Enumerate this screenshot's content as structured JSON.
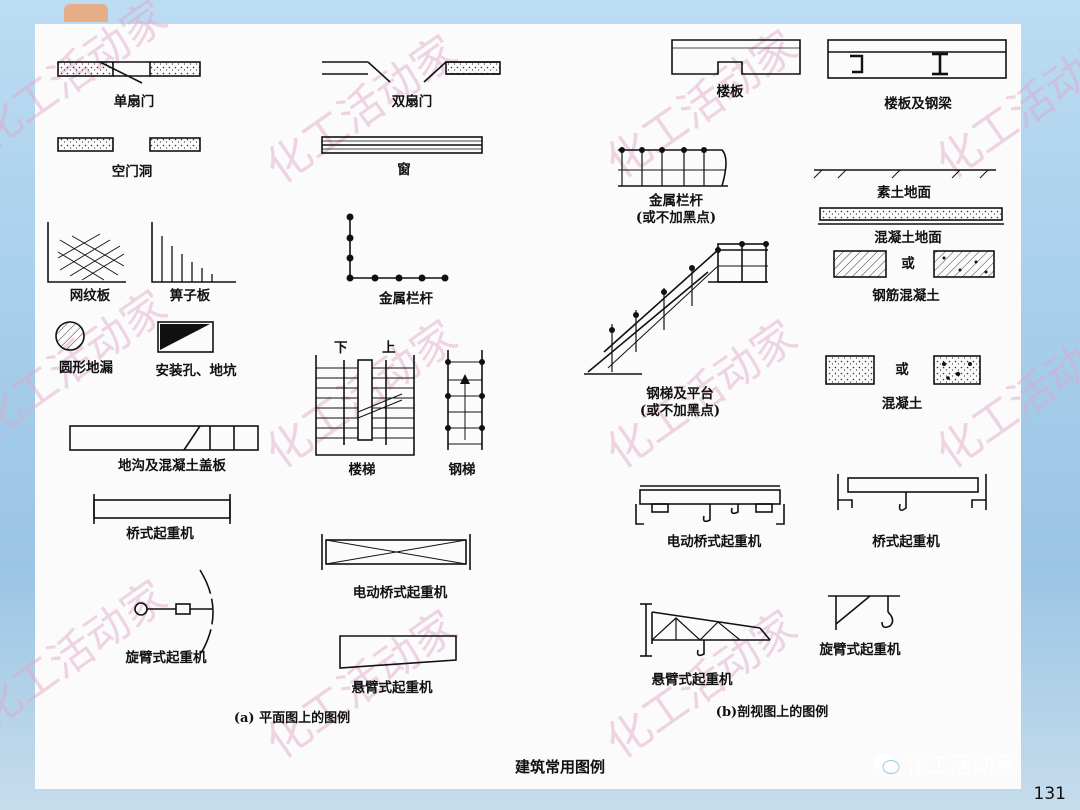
{
  "slide": {
    "title": "建筑常用图例",
    "page_number": "131",
    "brand_text": "化工活动家",
    "watermark": "化工活动家"
  },
  "plan_view": {
    "caption": "(a) 平面图上的图例",
    "labels": {
      "single_door": "单扇门",
      "double_door": "双扇门",
      "empty_doorway": "空门洞",
      "window": "窗",
      "mesh_plate": "网纹板",
      "grate_plate": "箅子板",
      "metal_railing": "金属栏杆",
      "round_floor_drain": "圆形地漏",
      "install_hole": "安装孔、地坑",
      "trench": "地沟及混凝土盖板",
      "stairs": "楼梯",
      "steel_ladder": "钢梯",
      "stair_down": "下",
      "stair_up": "上",
      "bridge_crane": "桥式起重机",
      "electric_bridge_crane": "电动桥式起重机",
      "jib_crane": "旋臂式起重机",
      "cantilever_crane": "悬臂式起重机"
    }
  },
  "section_view": {
    "caption": "(b)剖视图上的图例",
    "labels": {
      "floor_slab": "楼板",
      "slab_steel_beam": "楼板及钢梁",
      "metal_railing": "金属栏杆",
      "metal_railing_note": "(或不加黑点)",
      "plain_ground": "素土地面",
      "concrete_ground": "混凝土地面",
      "or_1": "或",
      "reinforced_concrete": "钢筋混凝土",
      "stair_platform": "钢梯及平台",
      "stair_platform_note": "(或不加黑点)",
      "or_2": "或",
      "concrete": "混凝土",
      "electric_bridge_crane": "电动桥式起重机",
      "bridge_crane": "桥式起重机",
      "cantilever_crane": "悬臂式起重机",
      "jib_crane": "旋臂式起重机"
    }
  }
}
